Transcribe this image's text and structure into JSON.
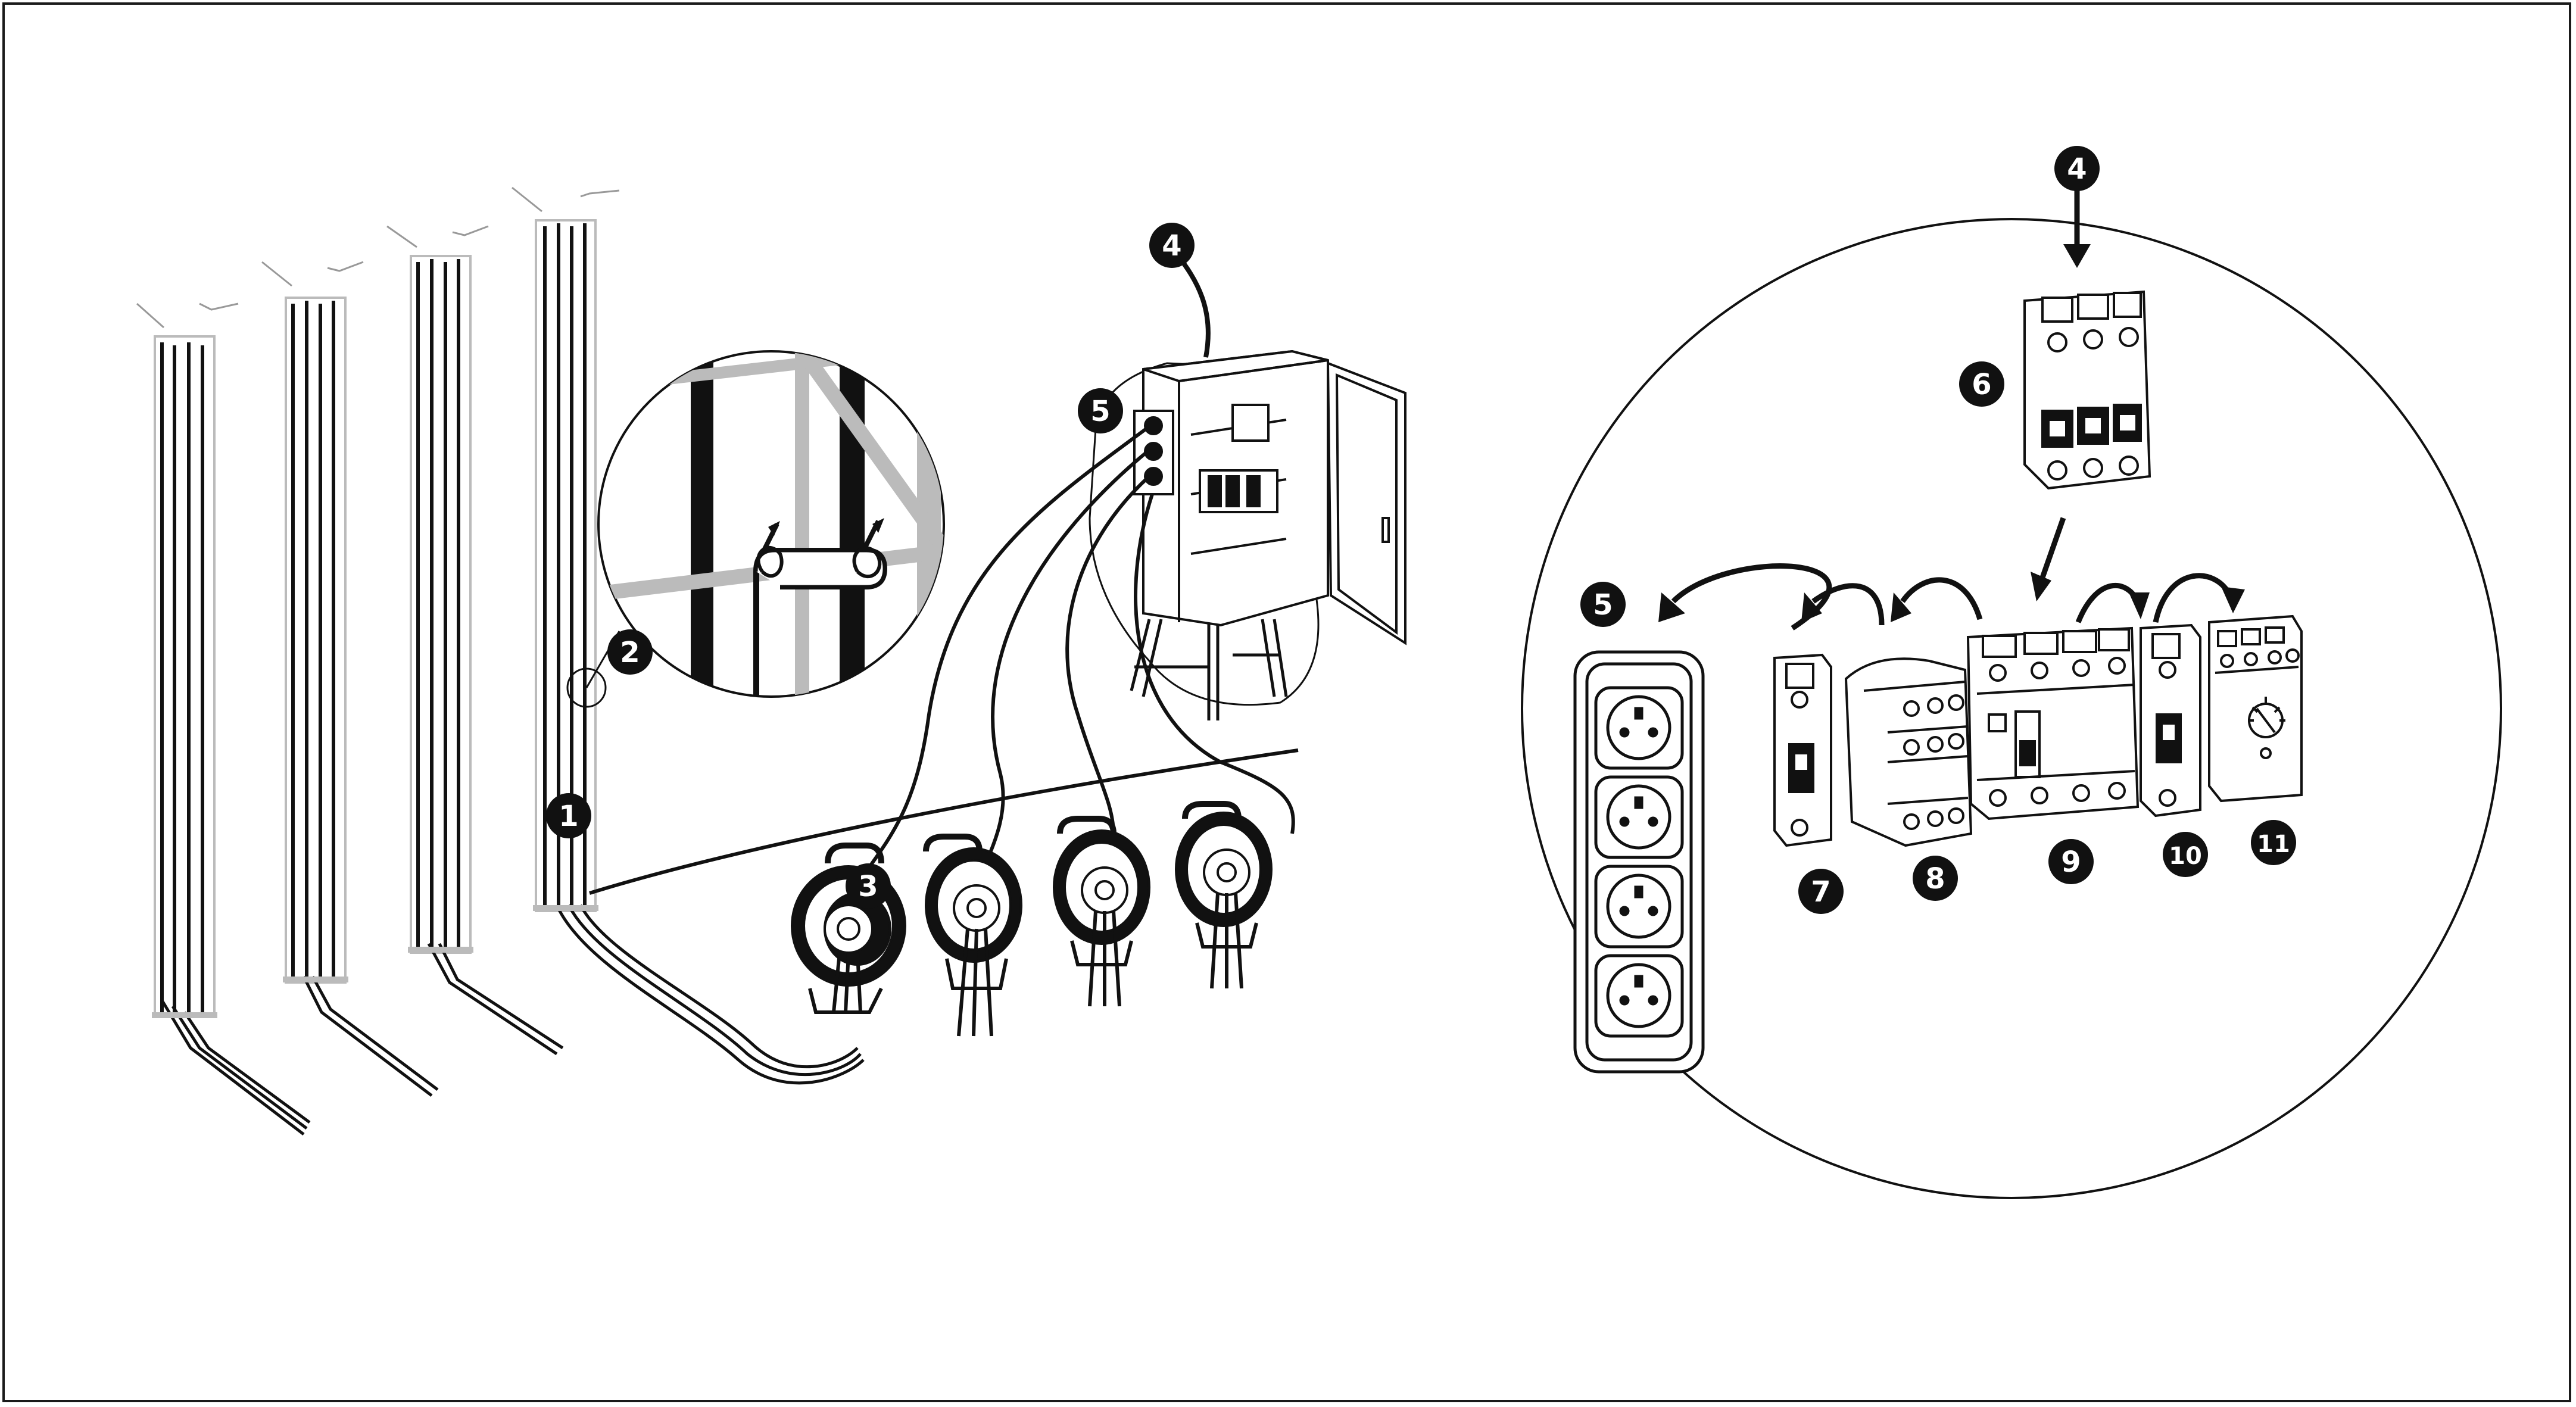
{
  "callouts": {
    "c1": "1",
    "c2": "2",
    "c3": "3",
    "c4_left": "4",
    "c5_left": "5",
    "c4_right": "4",
    "c5_right": "5",
    "c6": "6",
    "c7": "7",
    "c8": "8",
    "c9": "9",
    "c10": "10",
    "c11": "11"
  },
  "colors": {
    "ink": "#111111",
    "ghost": "#b3b3b3",
    "paper": "#ffffff"
  },
  "icons": {
    "rebar_cage": "rebar-cage-icon",
    "cable_reel": "cable-reel-icon",
    "distribution_cabinet": "electrical-cabinet-icon",
    "socket_strip": "socket-strip-icon",
    "breaker_3pole": "three-pole-breaker-icon",
    "breaker_1pole": "single-pole-breaker-icon",
    "contactor": "contactor-icon",
    "rcd": "residual-current-device-icon",
    "timer_relay": "timer-relay-icon"
  }
}
